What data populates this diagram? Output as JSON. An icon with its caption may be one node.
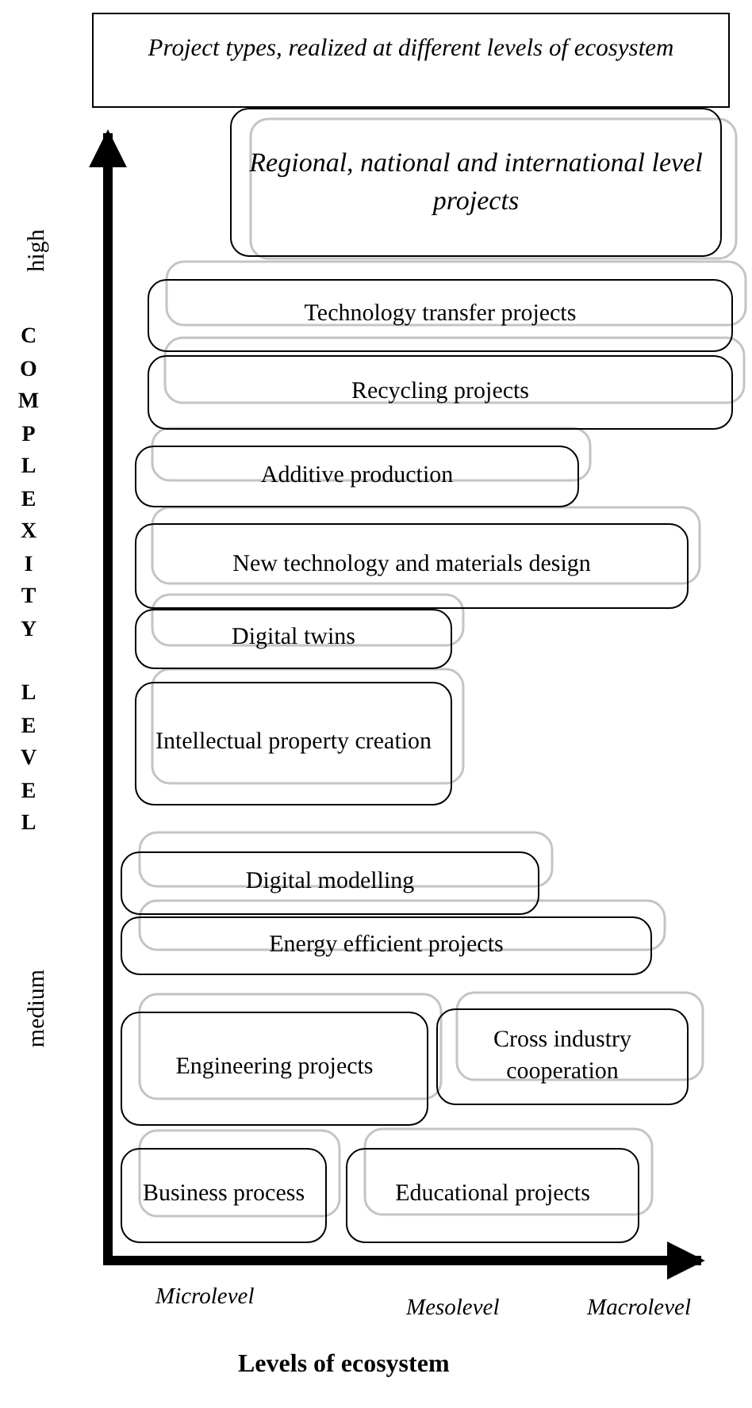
{
  "diagram": {
    "nodes": [
      {
        "text": [
          "Project types, realized at different levels of ecosystem"
        ]
      },
      {
        "text": [
          "Regional, national and international level projects"
        ]
      },
      {
        "text": [
          "Technology transfer projects"
        ]
      },
      {
        "text": [
          "Recycling projects"
        ]
      },
      {
        "text": [
          "Additive production"
        ]
      },
      {
        "text": [
          "New technology and materials design"
        ]
      },
      {
        "text": [
          "Digital twins"
        ]
      },
      {
        "text": [
          "Intellectual property creation"
        ]
      },
      {
        "text": [
          "Digital modelling"
        ]
      },
      {
        "text": [
          "Energy efficient projects"
        ]
      },
      {
        "text": [
          "Engineering projects"
        ]
      },
      {
        "text": [
          "Cross industry cooperation"
        ]
      },
      {
        "text": [
          "Business process"
        ]
      },
      {
        "text": [
          "Educational projects"
        ]
      }
    ],
    "labels": [
      "high",
      "COMPLEXITY",
      "LEVEL",
      "medium",
      "Microlevel",
      "Mesolevel",
      "Macrolevel",
      "Levels of ecosystem"
    ]
  }
}
